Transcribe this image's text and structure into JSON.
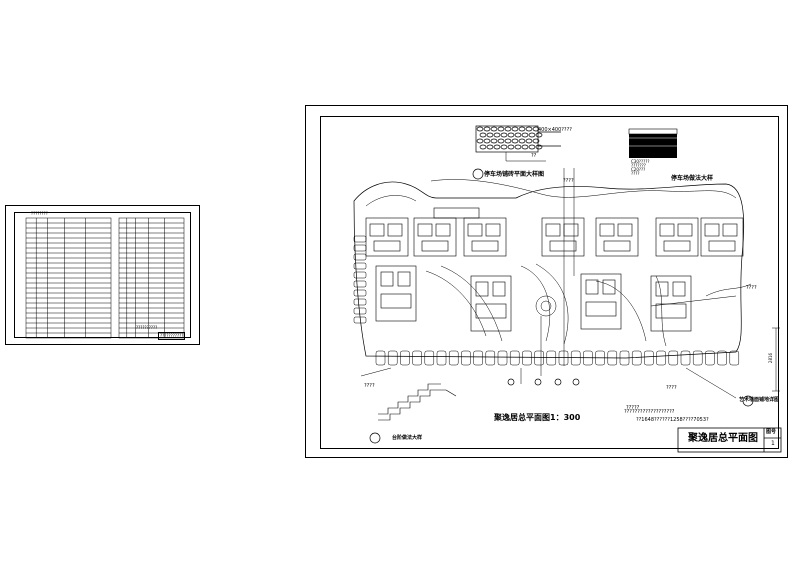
{
  "small_sheet": {
    "table_title": "????????",
    "footer_label": "??????????",
    "stamp": "???????????"
  },
  "main_sheet": {
    "detail1": {
      "num": "1",
      "title": "停车场铺砖平面大样图",
      "dim": "400×400????",
      "note": "??"
    },
    "detail2": {
      "num": "2",
      "title": "艺术墙面铺地详图"
    },
    "detail3": {
      "num": "3",
      "title": "台阶做法大样"
    },
    "parking_detail": {
      "title": "停车场做法大样",
      "layers": [
        "C30?????",
        "???????",
        "C20???",
        "????"
      ]
    },
    "plan_title": "聚逸居总平面图1：300",
    "callouts": [
      "????",
      "????",
      "????",
      "?????",
      "????"
    ],
    "dim_label": "2816",
    "notes": [
      "???????????????????",
      "??1648??????1258????7053?"
    ],
    "title_block": {
      "title": "聚逸居总平面图",
      "label": "图号",
      "number": "1"
    }
  }
}
